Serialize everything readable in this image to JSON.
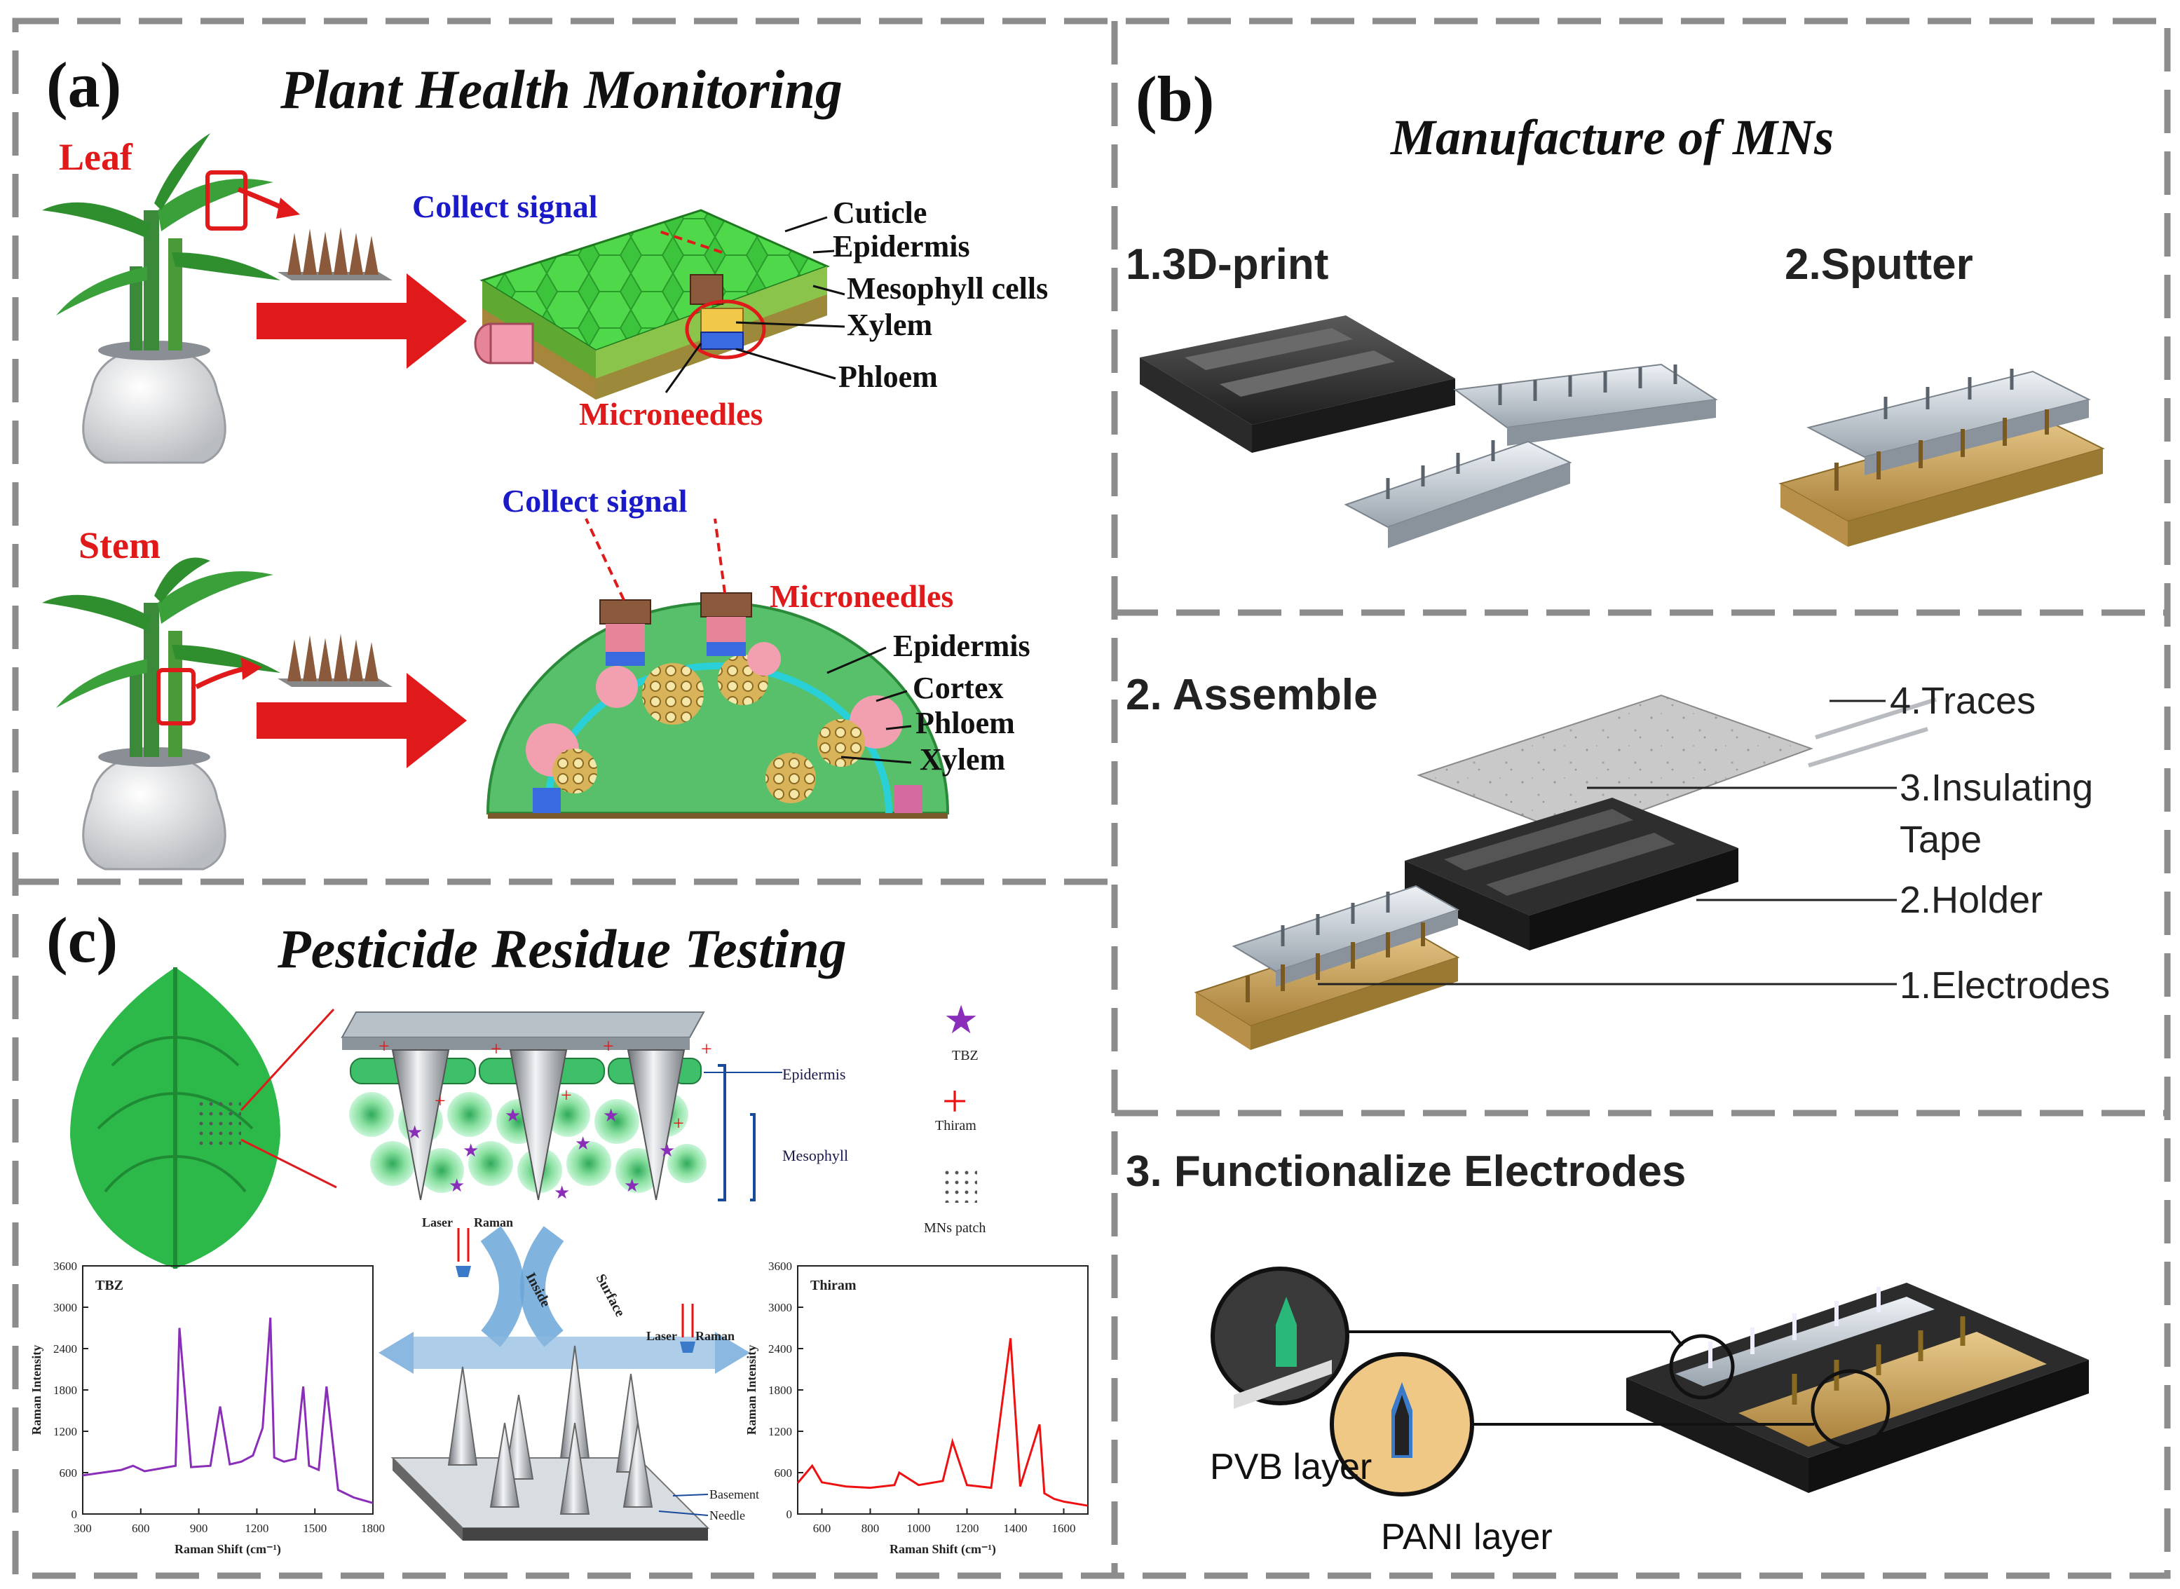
{
  "panel_a": {
    "letter": "(a)",
    "title": "Plant Health Monitoring",
    "leaf_label": "Leaf",
    "stem_label": "Stem",
    "collect_signal_1": "Collect signal",
    "collect_signal_2": "Collect signal",
    "microneedles_1": "Microneedles",
    "microneedles_2": "Microneedles",
    "leaf_layers": [
      "Cuticle",
      "Epidermis",
      "Mesophyll cells",
      "Xylem",
      "Phloem"
    ],
    "stem_layers": [
      "Epidermis",
      "Cortex",
      "Phloem",
      "Xylem"
    ]
  },
  "panel_b": {
    "letter": "(b)",
    "title": "Manufacture of MNs",
    "step1": "1.3D-print",
    "step2": "2.Sputter",
    "assemble": "2. Assemble",
    "assemble_labels": [
      "4.Traces",
      "3.Insulating",
      "Tape",
      "2.Holder",
      "1.Electrodes"
    ],
    "functionalize": "3. Functionalize Electrodes",
    "pvb": "PVB layer",
    "pani": "PANI layer"
  },
  "panel_c": {
    "letter": "(c)",
    "title": "Pesticide Residue Testing",
    "epidermis": "Epidermis",
    "mesophyll": "Mesophyll",
    "legend_tbz": "TBZ",
    "legend_thiram": "Thiram",
    "legend_patch": "MNs patch",
    "laser_1": "Laser",
    "raman_1": "Raman",
    "laser_2": "Laser",
    "raman_2": "Raman",
    "inside": "Inside",
    "surface": "Surface",
    "basement": "Basement",
    "needle": "Needle"
  },
  "colors": {
    "red": "#e01a1a",
    "blue": "#1a1ac8",
    "leaf_green": "#2db84a",
    "tbz_purple": "#8a2db8",
    "thiram_red": "#ee1111",
    "gold": "#c9a25a"
  },
  "chart_data": [
    {
      "type": "line",
      "title": "TBZ",
      "xlabel": "Raman Shift (cm⁻¹)",
      "ylabel": "Raman Intensity",
      "xlim": [
        300,
        1800
      ],
      "ylim": [
        0,
        3600
      ],
      "xticks": [
        "300",
        "600",
        "900",
        "1200",
        "1500",
        "1800"
      ],
      "yticks": [
        "0",
        "600",
        "1200",
        "1800",
        "2400",
        "3000",
        "3600"
      ],
      "x": [
        300,
        400,
        500,
        560,
        620,
        700,
        780,
        800,
        860,
        960,
        1010,
        1060,
        1120,
        1180,
        1230,
        1270,
        1290,
        1340,
        1400,
        1440,
        1470,
        1520,
        1560,
        1620,
        1700,
        1800
      ],
      "values": [
        560,
        600,
        640,
        700,
        620,
        660,
        700,
        2700,
        680,
        700,
        1560,
        720,
        760,
        850,
        1250,
        2850,
        820,
        760,
        800,
        1850,
        700,
        640,
        1850,
        350,
        240,
        160
      ]
    },
    {
      "type": "line",
      "title": "Thiram",
      "xlabel": "Raman Shift (cm⁻¹)",
      "ylabel": "Raman Intensity",
      "xlim": [
        500,
        1700
      ],
      "ylim": [
        0,
        3600
      ],
      "xticks": [
        "600",
        "800",
        "1000",
        "1200",
        "1400",
        "1600"
      ],
      "yticks": [
        "0",
        "600",
        "1200",
        "1800",
        "2400",
        "3000",
        "3600"
      ],
      "x": [
        500,
        560,
        600,
        700,
        800,
        900,
        920,
        1000,
        1100,
        1140,
        1200,
        1300,
        1380,
        1420,
        1500,
        1520,
        1560,
        1600,
        1700
      ],
      "values": [
        450,
        700,
        460,
        400,
        380,
        420,
        600,
        420,
        480,
        1050,
        420,
        380,
        2550,
        400,
        1300,
        300,
        220,
        180,
        120
      ]
    }
  ]
}
